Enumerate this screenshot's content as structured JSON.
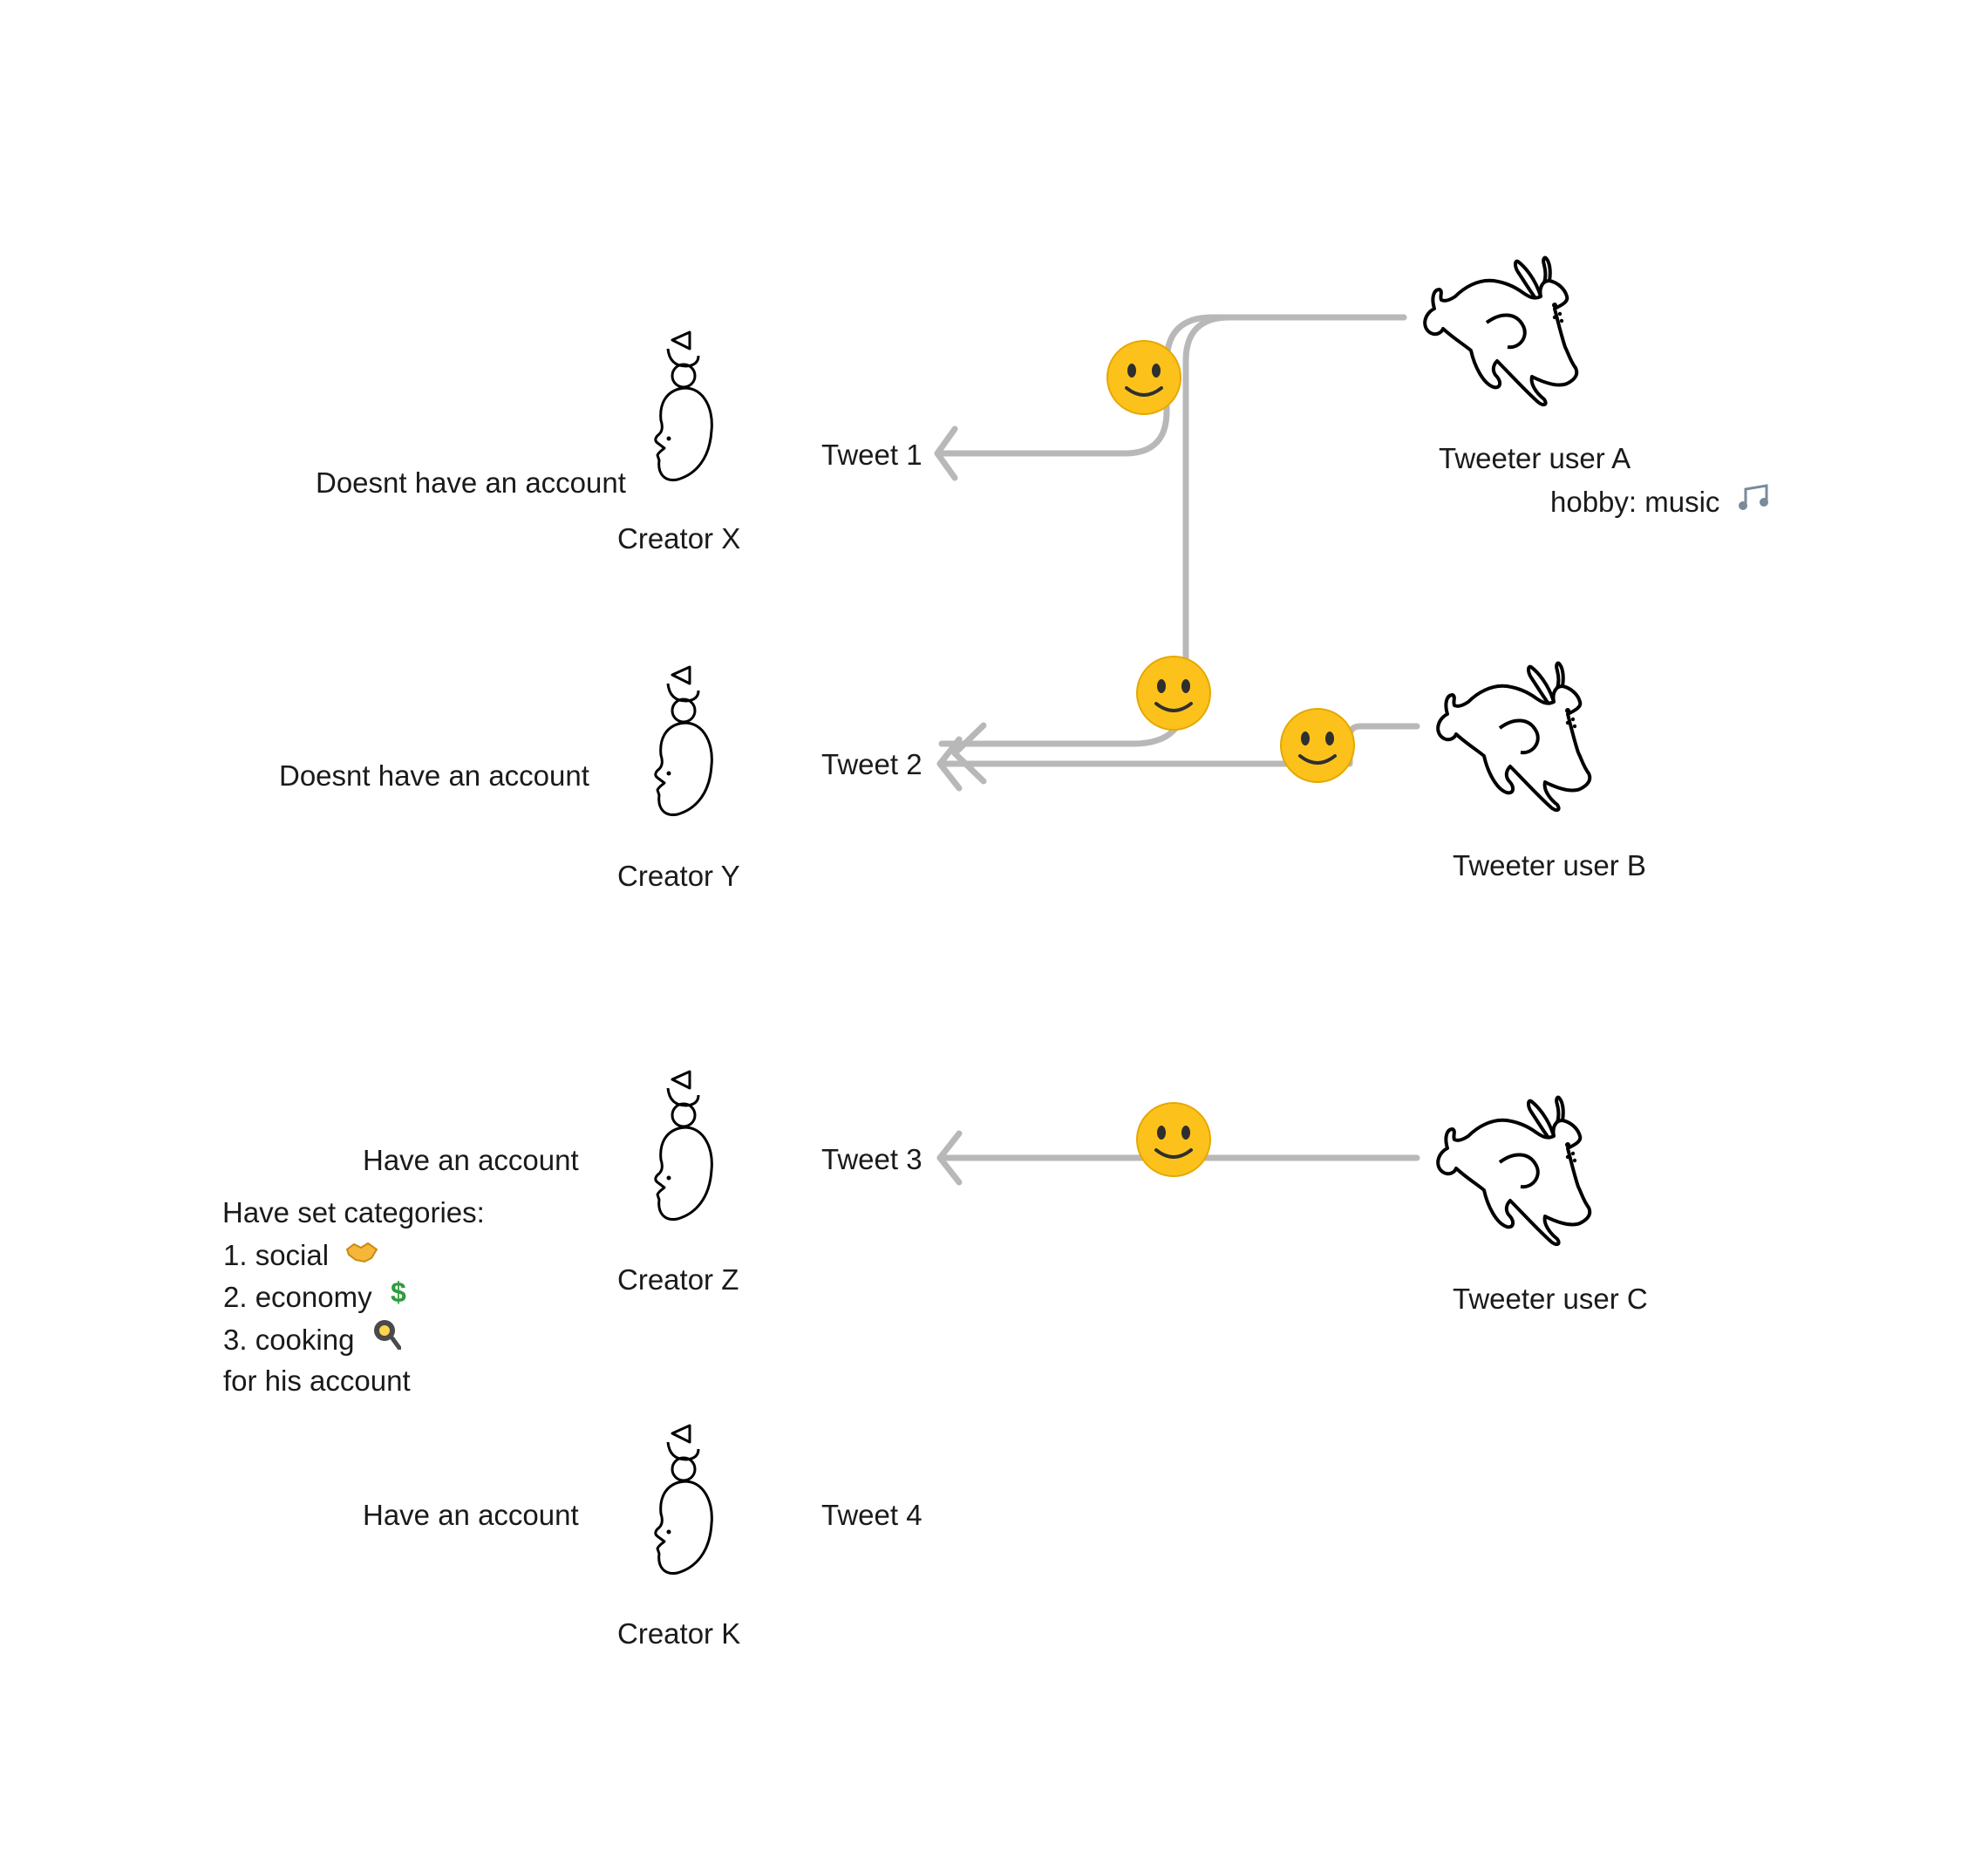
{
  "creators": [
    {
      "id": "x",
      "name": "Creator X",
      "status": "Doesnt have an account"
    },
    {
      "id": "y",
      "name": "Creator Y",
      "status": "Doesnt have an account"
    },
    {
      "id": "z",
      "name": "Creator Z",
      "status": "Have an account"
    },
    {
      "id": "k",
      "name": "Creator K",
      "status": "Have an account"
    }
  ],
  "tweets": [
    "Tweet 1",
    "Tweet 2",
    "Tweet 3",
    "Tweet 4"
  ],
  "users": [
    {
      "id": "a",
      "name": "Tweeter user A",
      "note": "hobby: music",
      "note_icon": "music-notes-icon"
    },
    {
      "id": "b",
      "name": "Tweeter user B"
    },
    {
      "id": "c",
      "name": "Tweeter user C"
    }
  ],
  "categories": {
    "heading": "Have set categories:",
    "items": [
      {
        "label": "1. social",
        "icon": "handshake-icon"
      },
      {
        "label": "2. economy",
        "icon": "dollar-icon"
      },
      {
        "label": "3. cooking",
        "icon": "frying-pan-icon"
      }
    ],
    "footer": "for his account"
  },
  "reactions": [
    {
      "from": "Tweeter user A",
      "to": "Tweet 1",
      "icon": "smiley-face-icon"
    },
    {
      "from": "Tweeter user A",
      "to": "Tweet 2",
      "icon": "smiley-face-icon"
    },
    {
      "from": "Tweeter user B",
      "to": "Tweet 2",
      "icon": "smiley-face-icon"
    },
    {
      "from": "Tweeter user C",
      "to": "Tweet 3",
      "icon": "smiley-face-icon"
    }
  ],
  "colors": {
    "connector": "#b8b8b8",
    "smiley_fill": "#fcc21b",
    "text": "#1a1a1a"
  }
}
